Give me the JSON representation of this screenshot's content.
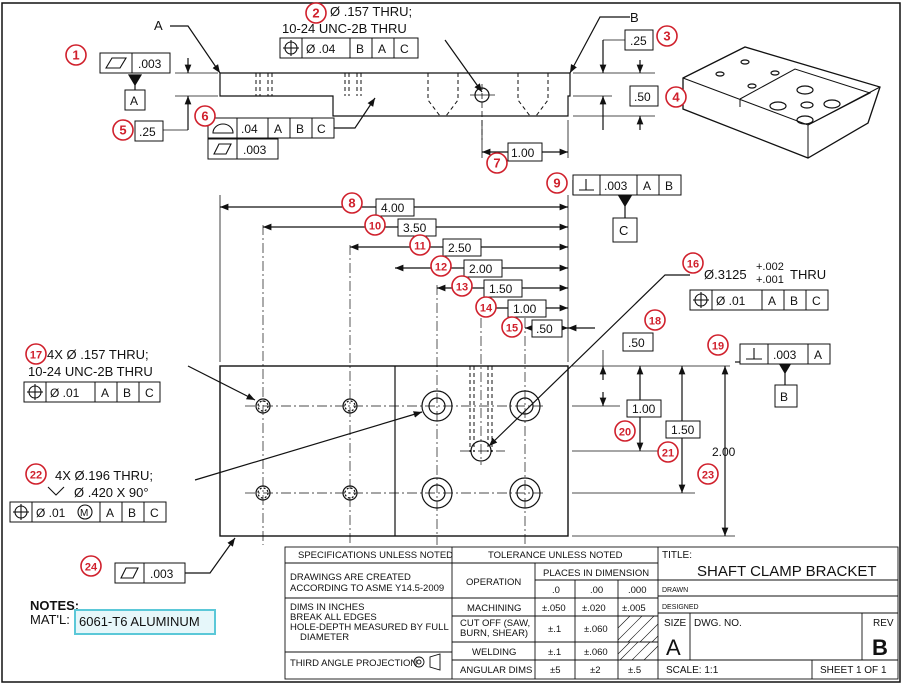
{
  "colors": {
    "line": "#111111",
    "balloon": "#d0202c",
    "note_highlight": "#5bc8d8",
    "note_fill": "#e6f7fa"
  },
  "datums": {
    "a": "A",
    "b": "B",
    "c": "C"
  },
  "top_view": {
    "callout_1": {
      "num": "1",
      "value": ".003",
      "datum": "A"
    },
    "callout_2": {
      "num": "2",
      "line1": "Ø .157 THRU;",
      "line2": "10-24 UNC-2B THRU",
      "tol": "Ø .04",
      "refs": [
        "B",
        "A",
        "C"
      ]
    },
    "callout_3": {
      "num": "3",
      "value": ".25"
    },
    "callout_4": {
      "num": "4",
      "value": ".50"
    },
    "callout_5": {
      "num": "5",
      "value": ".25"
    },
    "callout_6": {
      "num": "6",
      "tol": ".04",
      "refs": [
        "A",
        "B",
        "C"
      ],
      "flat": ".003"
    },
    "callout_7": {
      "num": "7",
      "value": "1.00"
    }
  },
  "front_view": {
    "callout_9": {
      "num": "9",
      "tol": ".003",
      "refs": [
        "A",
        "B"
      ],
      "datum": "C"
    },
    "dims": [
      {
        "num": "8",
        "value": "4.00"
      },
      {
        "num": "10",
        "value": "3.50"
      },
      {
        "num": "11",
        "value": "2.50"
      },
      {
        "num": "12",
        "value": "2.00"
      },
      {
        "num": "13",
        "value": "1.50"
      },
      {
        "num": "14",
        "value": "1.00"
      },
      {
        "num": "15",
        "value": ".50"
      }
    ],
    "callout_16": {
      "num": "16",
      "diameter": "Ø.3125",
      "plus": "+.002",
      "minus": "+.001",
      "thru": "THRU",
      "tol": "Ø .01",
      "refs": [
        "A",
        "B",
        "C"
      ]
    },
    "callout_17": {
      "num": "17",
      "line1": "4X Ø .157 THRU;",
      "line2": "10-24 UNC-2B THRU",
      "tol": "Ø .01",
      "refs": [
        "A",
        "B",
        "C"
      ]
    },
    "callout_18": {
      "num": "18",
      "value": ".50"
    },
    "callout_19": {
      "num": "19",
      "tol": ".003",
      "refs": [
        "A"
      ],
      "datum": "B"
    },
    "callout_20": {
      "num": "20",
      "value": "1.00"
    },
    "callout_21": {
      "num": "21",
      "value": "1.50"
    },
    "callout_22": {
      "num": "22",
      "line1": "4X Ø.196 THRU;",
      "line2": "Ø .420 X 90°",
      "tol": "Ø .01",
      "modifier": "M",
      "refs": [
        "A",
        "B",
        "C"
      ]
    },
    "callout_23": {
      "num": "23",
      "value": "2.00"
    },
    "callout_24": {
      "num": "24",
      "value": ".003"
    }
  },
  "notes": {
    "title": "NOTES:",
    "label": "MAT'L:",
    "material": "6061-T6 ALUMINUM"
  },
  "title_block": {
    "spec_header": "SPECIFICATIONS UNLESS NOTED",
    "spec_line1": "DRAWINGS ARE CREATED",
    "spec_line2": "ACCORDING TO ASME Y14.5-2009",
    "dims_line1": "DIMS IN INCHES",
    "dims_line2": "BREAK ALL EDGES",
    "dims_line3": "HOLE-DEPTH MEASURED BY FULL",
    "dims_line4": "DIAMETER",
    "projection": "THIRD ANGLE PROJECTION",
    "tol_header": "TOLERANCE UNLESS NOTED",
    "operation": "OPERATION",
    "places": "PLACES IN DIMENSION",
    "places_cols": [
      ".0",
      ".00",
      ".000"
    ],
    "rows": [
      {
        "op": "MACHINING",
        "vals": [
          "±.050",
          "±.020",
          "±.005"
        ]
      },
      {
        "op1": "CUT OFF (SAW,",
        "op2": "BURN, SHEAR)",
        "vals": [
          "±.1",
          "±.060"
        ]
      },
      {
        "op": "WELDING",
        "vals": [
          "±.1",
          "±.060"
        ]
      },
      {
        "op": "ANGULAR DIMS",
        "vals": [
          "±5",
          "±2",
          "±.5"
        ]
      }
    ],
    "title_label": "TITLE:",
    "title": "SHAFT CLAMP BRACKET",
    "drawn": "DRAWN",
    "designed": "DESIGNED",
    "size_label": "SIZE",
    "size": "A",
    "dwg_label": "DWG. NO.",
    "rev_label": "REV",
    "rev": "B",
    "scale": "SCALE: 1:1",
    "sheet": "SHEET 1 OF 1"
  }
}
